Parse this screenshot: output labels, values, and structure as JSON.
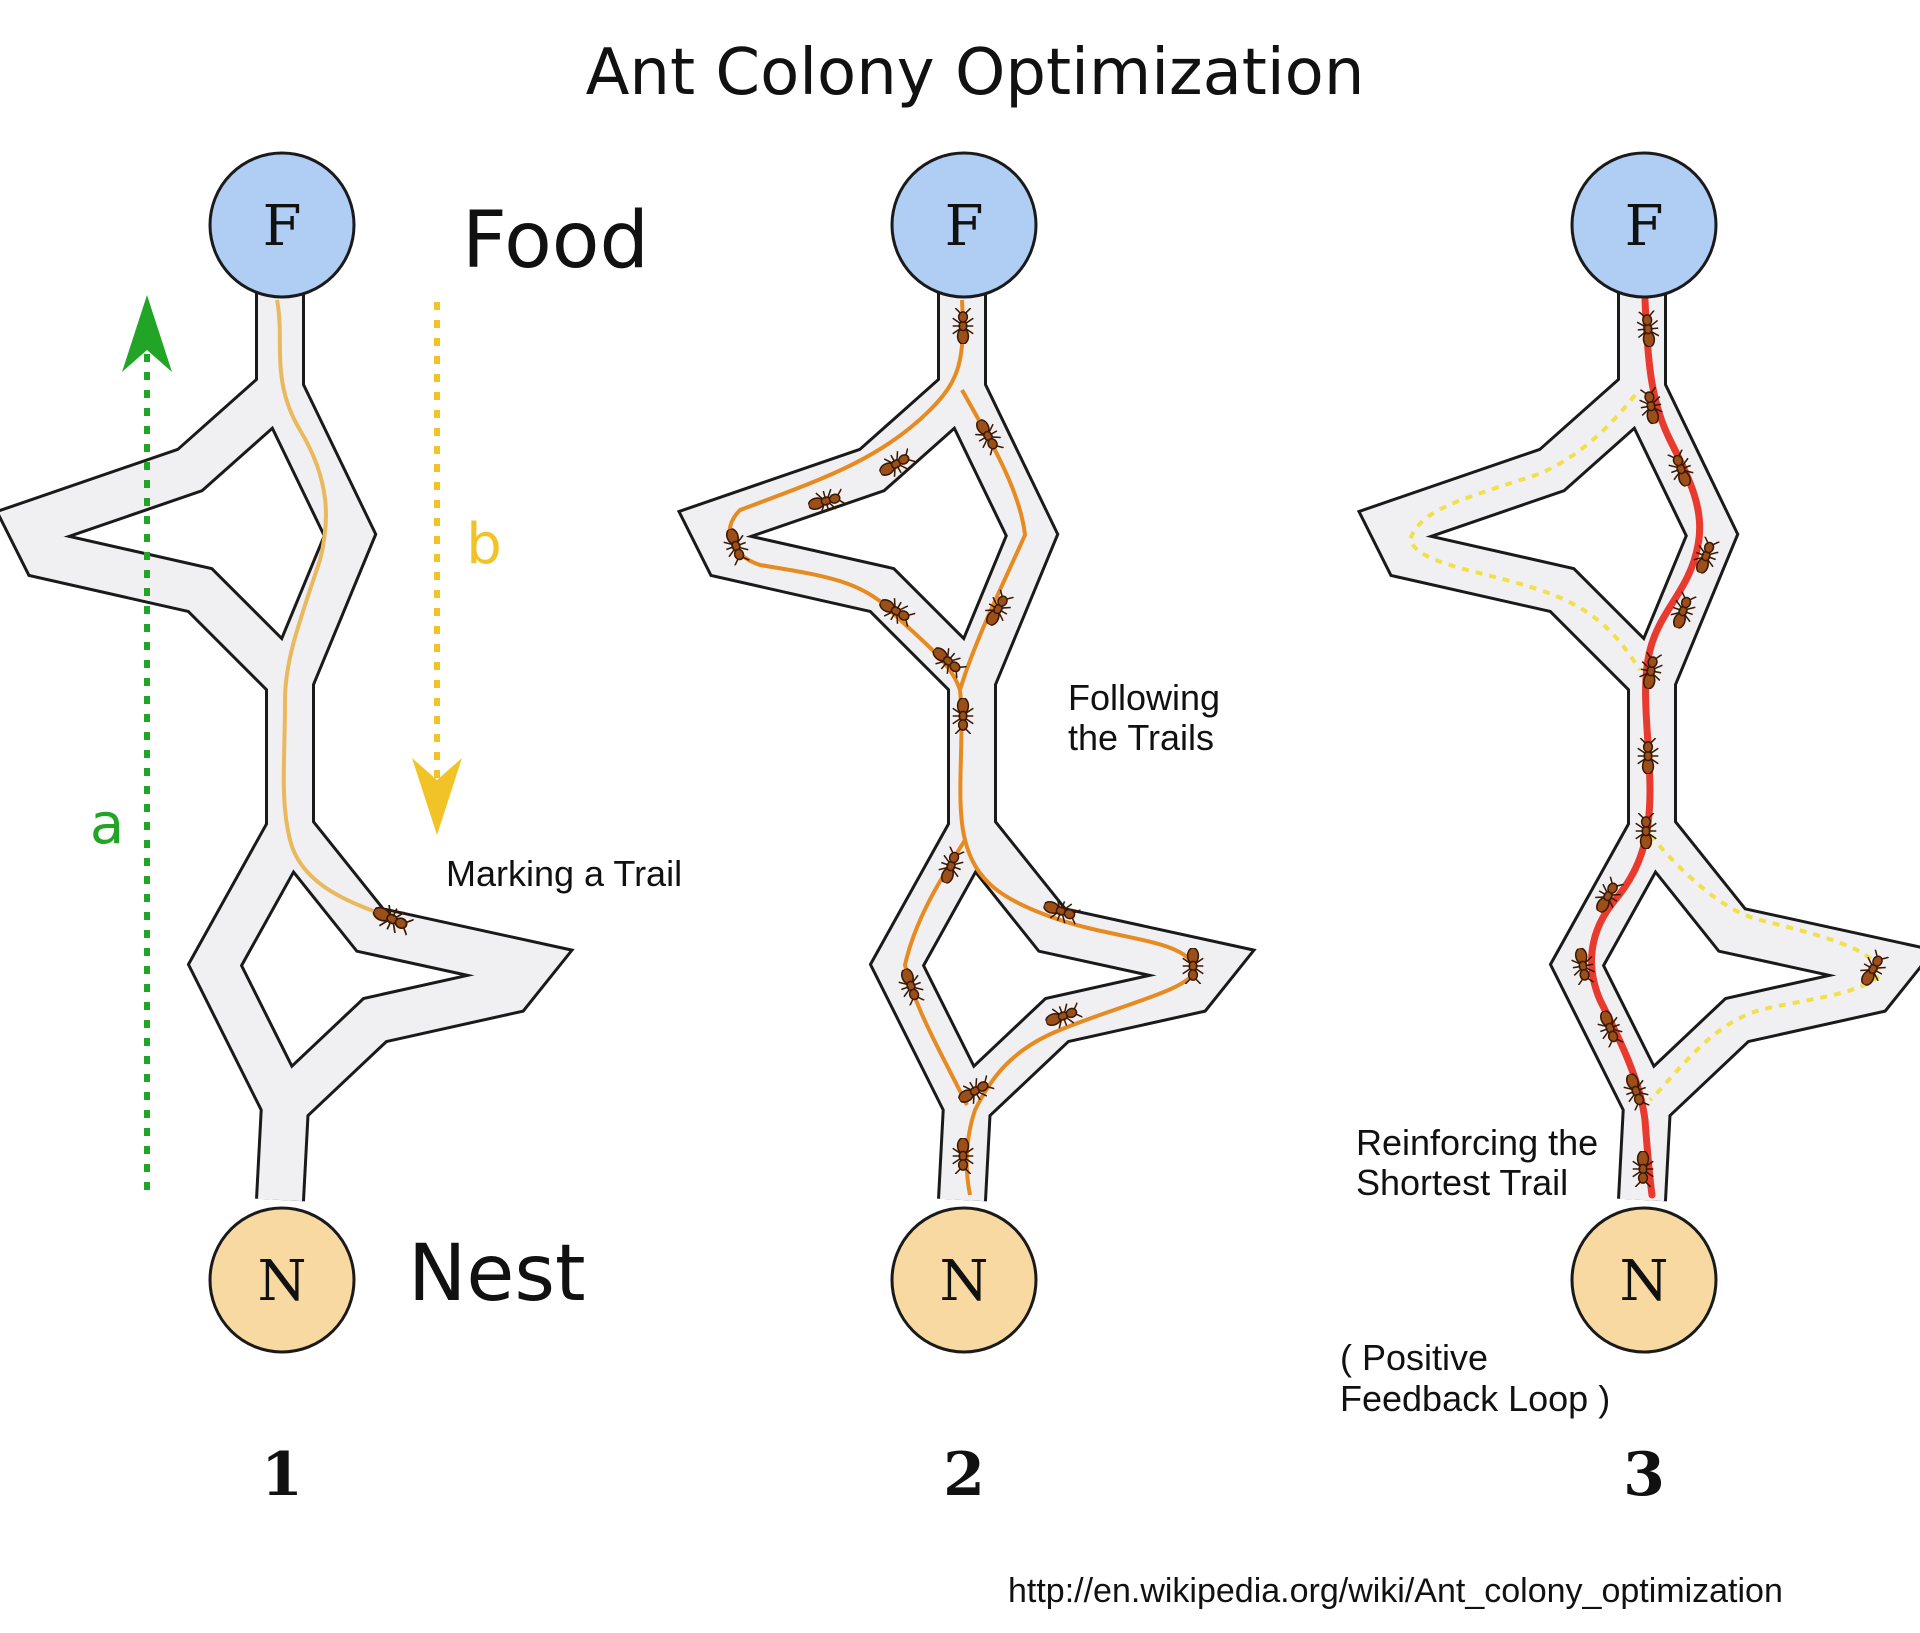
{
  "title": "Ant Colony Optimization",
  "labels": {
    "food": "Food",
    "nest": "Nest",
    "marking": "Marking a Trail",
    "following_1": "Following",
    "following_2": "the Trails",
    "reinforcing_1": "Reinforcing the",
    "reinforcing_2": "Shortest Trail",
    "feedback_1": "( Positive",
    "feedback_2": "Feedback Loop )",
    "arrow_a": "a",
    "arrow_b": "b",
    "url": "http://en.wikipedia.org/wiki/Ant_colony_optimization"
  },
  "node_labels": {
    "food": "F",
    "nest": "N"
  },
  "panels": [
    {
      "number": "1"
    },
    {
      "number": "2"
    },
    {
      "number": "3"
    }
  ],
  "colors": {
    "food_node": "#b0cdf4",
    "nest_node": "#f8d9a2",
    "arrow_a": "#22a526",
    "arrow_b": "#f2c326",
    "trail_faint": "#eab85e",
    "trail_medium": "#e68a22",
    "trail_strong": "#e83a2e",
    "trail_dotted": "#f2e04a",
    "ant": "#a0521a"
  }
}
